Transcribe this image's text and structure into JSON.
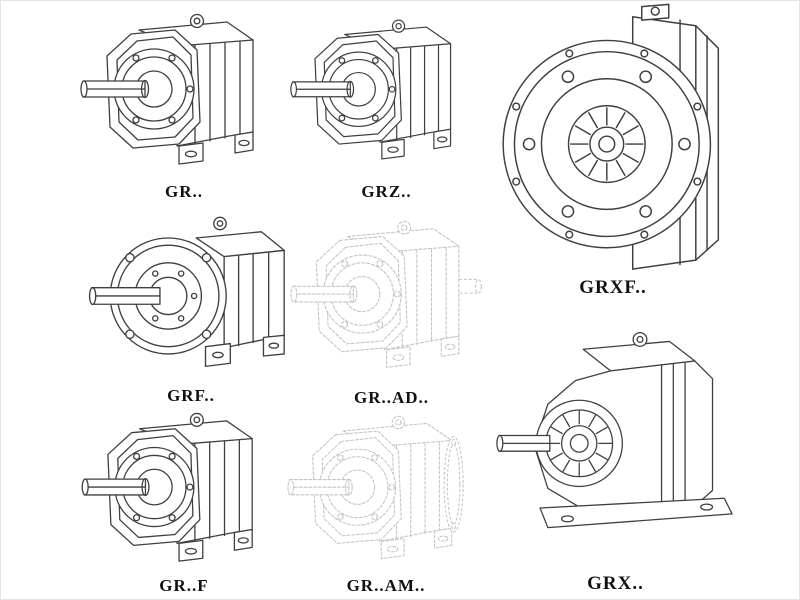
{
  "page": {
    "background": "#ffffff",
    "line_color": "#3f3f3f",
    "ghost_line_color": "#c3c3c3",
    "label_color": "#111111"
  },
  "products": [
    {
      "label": "GR..",
      "drawing": "helical-gearbox-foot-mounted-icon",
      "line_style": "solid"
    },
    {
      "label": "GRZ..",
      "drawing": "helical-gearbox-foot-mounted-icon",
      "line_style": "solid"
    },
    {
      "label": "GRXF..",
      "drawing": "helical-gearbox-flange-front-icon",
      "line_style": "solid"
    },
    {
      "label": "GRF..",
      "drawing": "helical-gearbox-flange-mounted-icon",
      "line_style": "solid"
    },
    {
      "label": "GR..AD..",
      "drawing": "helical-gearbox-input-adapter-icon",
      "line_style": "dashed-ghost"
    },
    {
      "label": "GR..F",
      "drawing": "helical-gearbox-foot-mounted-icon",
      "line_style": "solid"
    },
    {
      "label": "GR..AM..",
      "drawing": "helical-gearbox-motor-flange-icon",
      "line_style": "dashed-ghost"
    },
    {
      "label": "GRX..",
      "drawing": "helical-gearbox-large-foot-icon",
      "line_style": "solid"
    }
  ]
}
